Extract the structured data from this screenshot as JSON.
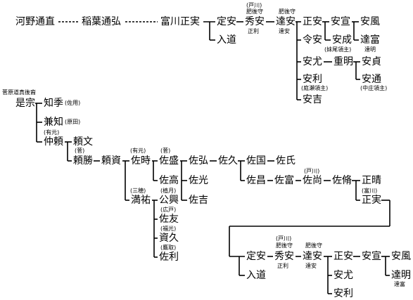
{
  "colors": {
    "line": "#000000",
    "text": "#000000",
    "background": "#ffffff"
  },
  "nodes": [
    {
      "id": "kono-michinao",
      "text": "河野通直"
    },
    {
      "id": "inaba-michihiro",
      "text": "稲葉通弘"
    },
    {
      "id": "tomikawa-masazane-1",
      "text": "富川正実"
    },
    {
      "id": "sadayasu-1",
      "text": "定安"
    },
    {
      "id": "nyudo-1",
      "text": "入道"
    },
    {
      "id": "hideyasu-1",
      "text": "秀安"
    },
    {
      "id": "tatsuyasu-1",
      "text": "達安"
    },
    {
      "id": "masayasu-1",
      "text": "正安"
    },
    {
      "id": "yasunobu-1",
      "text": "安宣"
    },
    {
      "id": "yasukaze-1",
      "text": "安風"
    },
    {
      "id": "ryoyasu",
      "text": "令安"
    },
    {
      "id": "yasunari",
      "text": "安成"
    },
    {
      "id": "tatsutomi-1",
      "text": "達富"
    },
    {
      "id": "yasutada-1",
      "text": "安尤"
    },
    {
      "id": "shigeaki",
      "text": "重明"
    },
    {
      "id": "yasusada",
      "text": "安貞"
    },
    {
      "id": "yasumichi",
      "text": "安通"
    },
    {
      "id": "yasutoshi-1",
      "text": "安利"
    },
    {
      "id": "yasuyoshi",
      "text": "安吉"
    },
    {
      "id": "koremune",
      "text": "是宗"
    },
    {
      "id": "tomosue",
      "text": "知季"
    },
    {
      "id": "kanetomo",
      "text": "兼知"
    },
    {
      "id": "nakayori",
      "text": "仲頼"
    },
    {
      "id": "yorifumi",
      "text": "頼文"
    },
    {
      "id": "yorikatsu",
      "text": "頼勝"
    },
    {
      "id": "yorisuke",
      "text": "頼資"
    },
    {
      "id": "suketoki",
      "text": "佐時"
    },
    {
      "id": "sukemori",
      "text": "佐盛"
    },
    {
      "id": "sukehiro",
      "text": "佐弘"
    },
    {
      "id": "sukehisa",
      "text": "佐久"
    },
    {
      "id": "sukekuni",
      "text": "佐国"
    },
    {
      "id": "sukeuji",
      "text": "佐氏"
    },
    {
      "id": "suketaka",
      "text": "佐高"
    },
    {
      "id": "sukemitsu",
      "text": "佐光"
    },
    {
      "id": "sukeyoshi",
      "text": "佐吉"
    },
    {
      "id": "sukemasa",
      "text": "佐昌"
    },
    {
      "id": "suketomi",
      "text": "佐富"
    },
    {
      "id": "sukehisa-2",
      "text": "佐尚"
    },
    {
      "id": "sukenobu",
      "text": "佐脩"
    },
    {
      "id": "masaharu",
      "text": "正晴"
    },
    {
      "id": "masazane-2",
      "text": "正実"
    },
    {
      "id": "mitsusuke",
      "text": "満祐"
    },
    {
      "id": "kimioki",
      "text": "公興"
    },
    {
      "id": "suketomo",
      "text": "佐友"
    },
    {
      "id": "sukehisa-3",
      "text": "資久"
    },
    {
      "id": "suketoshi",
      "text": "佐利"
    },
    {
      "id": "sadayasu-2",
      "text": "定安"
    },
    {
      "id": "nyudo-2",
      "text": "入道"
    },
    {
      "id": "hideyasu-2",
      "text": "秀安"
    },
    {
      "id": "tatsuyasu-2",
      "text": "達安"
    },
    {
      "id": "masayasu-2",
      "text": "正安"
    },
    {
      "id": "yasunobu-2",
      "text": "安宣"
    },
    {
      "id": "yasukaze-2",
      "text": "安風"
    },
    {
      "id": "tatsuaki",
      "text": "達明"
    },
    {
      "id": "yasutada-2",
      "text": "安尤"
    },
    {
      "id": "yasutoshi-2",
      "text": "安利"
    }
  ],
  "notes": [
    {
      "id": "note-togawa-1",
      "text": "(戸川)"
    },
    {
      "id": "note-higonokami-1",
      "text": "肥後守"
    },
    {
      "id": "note-higonokami-2",
      "text": "肥後守"
    },
    {
      "id": "note-masatoshi-1",
      "text": "正利"
    },
    {
      "id": "note-tatsuyasu-1",
      "text": "達安"
    },
    {
      "id": "note-imao",
      "text": "(妹尾領主)"
    },
    {
      "id": "note-tatsuaki-1",
      "text": "達明"
    },
    {
      "id": "note-niwase",
      "text": "(庭瀬領主)"
    },
    {
      "id": "note-nakasho",
      "text": "(中庄領主)"
    },
    {
      "id": "note-sugawara",
      "text": "菅原道真後裔"
    },
    {
      "id": "note-saeki",
      "text": "(佐用)"
    },
    {
      "id": "note-harada",
      "text": "(原田)"
    },
    {
      "id": "note-arimoto-1",
      "text": "(有元)"
    },
    {
      "id": "note-suga",
      "text": "(菅)"
    },
    {
      "id": "note-arimoto-2",
      "text": "(有元)"
    },
    {
      "id": "note-suga-2",
      "text": "(菅)"
    },
    {
      "id": "note-mikamo",
      "text": "(三穂)"
    },
    {
      "id": "note-uetsuki",
      "text": "(植月)"
    },
    {
      "id": "note-hirodo",
      "text": "(広戸)"
    },
    {
      "id": "note-fukumitsu",
      "text": "(福光)"
    },
    {
      "id": "note-kamori",
      "text": "(鷹取)"
    },
    {
      "id": "note-togawa-2",
      "text": "(戸川)"
    },
    {
      "id": "note-tomikawa",
      "text": "(富川)"
    },
    {
      "id": "note-togawa-3",
      "text": "(戸川)"
    },
    {
      "id": "note-higonokami-3",
      "text": "肥後守"
    },
    {
      "id": "note-higonokami-4",
      "text": "肥後守"
    },
    {
      "id": "note-masatoshi-2",
      "text": "正利"
    },
    {
      "id": "note-tatsuyasu-2",
      "text": "達安"
    },
    {
      "id": "note-tatsutomi-2",
      "text": "達富"
    }
  ]
}
